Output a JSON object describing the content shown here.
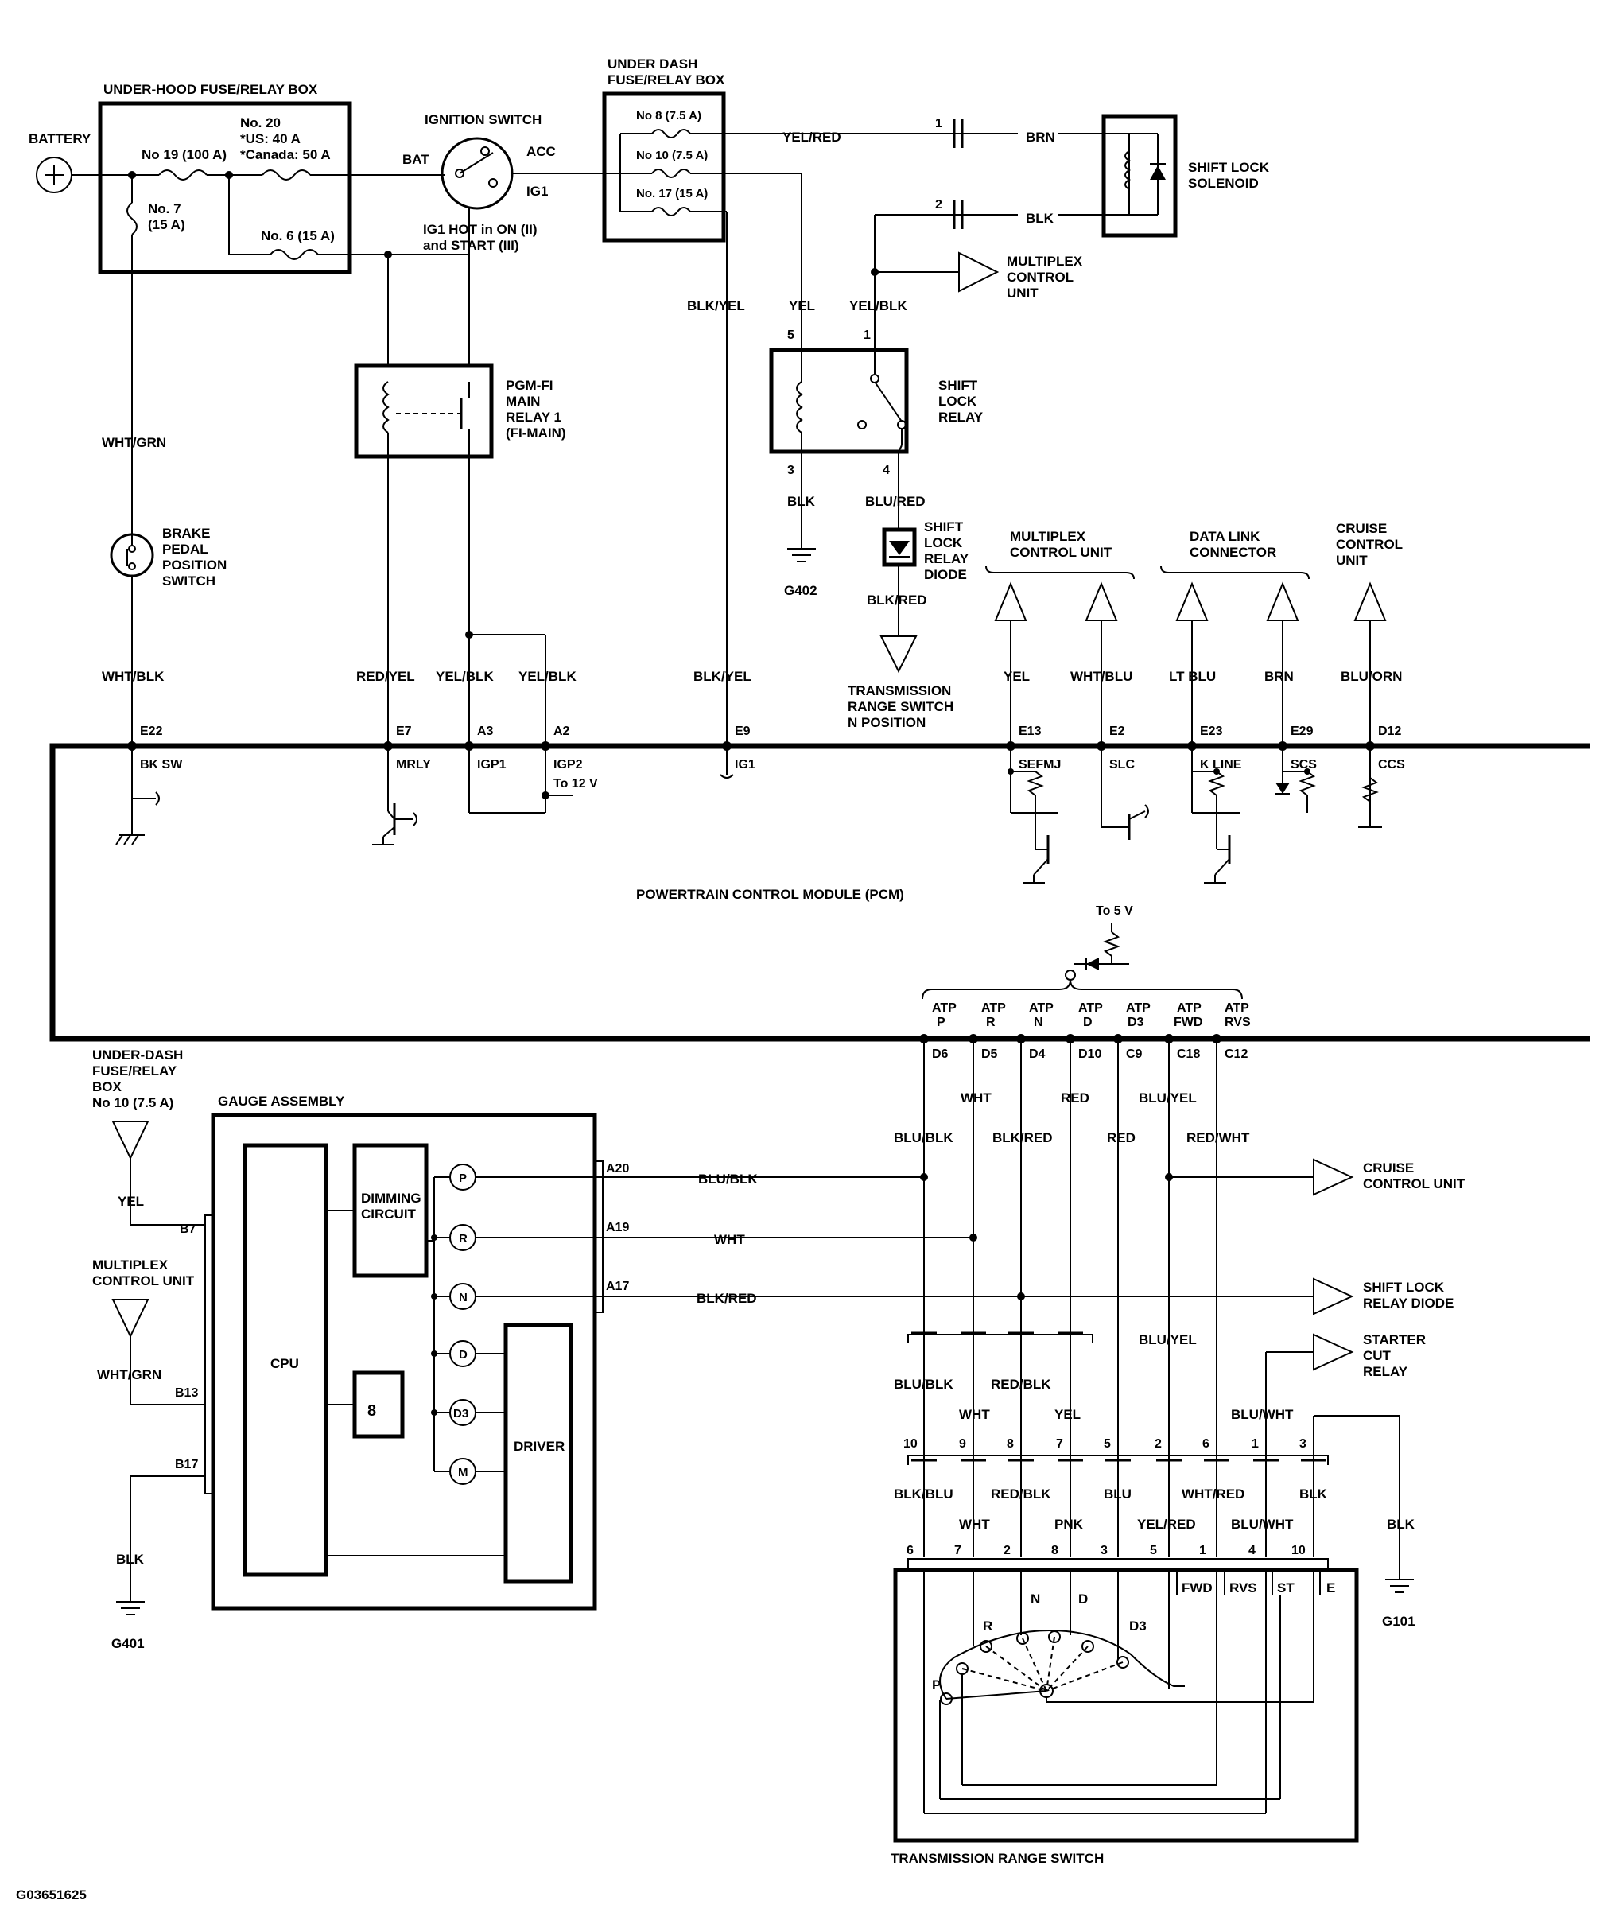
{
  "under_hood_box": {
    "title": "UNDER-HOOD FUSE/RELAY BOX",
    "fuse19": "No 19 (100 A)",
    "fuse20": "No. 20",
    "fuse20_us": "*US: 40 A",
    "fuse20_ca": "*Canada: 50 A",
    "fuse7a": "No. 7",
    "fuse7b": "(15 A)",
    "fuse6": "No. 6 (15 A)"
  },
  "battery": "BATTERY",
  "ignition": {
    "title": "IGNITION SWITCH",
    "bat": "BAT",
    "acc": "ACC",
    "ig1": "IG1",
    "note1": "IG1 HOT in ON (II)",
    "note2": "and START (III)"
  },
  "under_dash_box": {
    "title1": "UNDER DASH",
    "title2": "FUSE/RELAY BOX",
    "fuse8": "No 8 (7.5 A)",
    "fuse10": "No 10 (7.5 A)",
    "fuse17": "No. 17 (15 A)"
  },
  "shift_lock_solenoid": {
    "line1": "SHIFT LOCK",
    "line2": "SOLENOID",
    "pin1": "1",
    "pin2": "2"
  },
  "multiplex_top": {
    "line1": "MULTIPLEX",
    "line2": "CONTROL",
    "line3": "UNIT"
  },
  "pgm_relay": {
    "line1": "PGM-FI",
    "line2": "MAIN",
    "line3": "RELAY 1",
    "line4": "(FI-MAIN)"
  },
  "shift_lock_relay": {
    "line1": "SHIFT",
    "line2": "LOCK",
    "line3": "RELAY",
    "pin5": "5",
    "pin1": "1",
    "pin3": "3",
    "pin4": "4"
  },
  "brake_switch": {
    "line1": "BRAKE",
    "line2": "PEDAL",
    "line3": "POSITION",
    "line4": "SWITCH"
  },
  "relay_diode": {
    "line1": "SHIFT",
    "line2": "LOCK",
    "line3": "RELAY",
    "line4": "DIODE"
  },
  "trs_n": {
    "line1": "TRANSMISSION",
    "line2": "RANGE SWITCH",
    "line3": "N POSITION"
  },
  "ground": {
    "g402": "G402",
    "g401": "G401",
    "g101": "G101"
  },
  "upper_targets": {
    "multiplex": "MULTIPLEX",
    "multiplex2": "CONTROL UNIT",
    "dlc": "DATA LINK",
    "dlc2": "CONNECTOR",
    "cruise1": "CRUISE",
    "cruise2": "CONTROL",
    "cruise3": "UNIT"
  },
  "wires": {
    "yel_red": "YEL/RED",
    "brn": "BRN",
    "blk": "BLK",
    "wht_grn": "WHT/GRN",
    "blk_yel": "BLK/YEL",
    "yel": "YEL",
    "yel_blk": "YEL/BLK",
    "blu_red": "BLU/RED",
    "blk_red": "BLK/RED",
    "wht_blk": "WHT/BLK",
    "red_yel": "RED/YEL",
    "wht_blu": "WHT/BLU",
    "lt_blu": "LT BLU",
    "blu_orn": "BLU/ORN",
    "blu_blk": "BLU/BLK",
    "wht": "WHT",
    "red": "RED",
    "blu_yel": "BLU/YEL",
    "red_wht": "RED/WHT",
    "red_blk": "RED/BLK",
    "blu_wht": "BLU/WHT",
    "blk_blu": "BLK/BLU",
    "pnk": "PNK",
    "blu": "BLU",
    "wht_red": "WHT/RED",
    "yel_red2": "YEL/RED"
  },
  "pcm_top_pins": [
    {
      "pin": "E22",
      "sig": "BK SW"
    },
    {
      "pin": "E7",
      "sig": "MRLY"
    },
    {
      "pin": "A3",
      "sig": "IGP1"
    },
    {
      "pin": "A2",
      "sig": "IGP2"
    },
    {
      "pin": "E9",
      "sig": "IG1"
    },
    {
      "pin": "E13",
      "sig": "SEFMJ"
    },
    {
      "pin": "E2",
      "sig": "SLC"
    },
    {
      "pin": "E23",
      "sig": "K LINE"
    },
    {
      "pin": "E29",
      "sig": "SCS"
    },
    {
      "pin": "D12",
      "sig": "CCS"
    }
  ],
  "igp2_note": "To 12 V",
  "pcm": "POWERTRAIN CONTROL MODULE (PCM)",
  "to5v": "To 5 V",
  "atp_pins": [
    {
      "l1": "ATP",
      "l2": "P",
      "pin": "D6"
    },
    {
      "l1": "ATP",
      "l2": "R",
      "pin": "D5"
    },
    {
      "l1": "ATP",
      "l2": "N",
      "pin": "D4"
    },
    {
      "l1": "ATP",
      "l2": "D",
      "pin": "D10"
    },
    {
      "l1": "ATP",
      "l2": "D3",
      "pin": "C9"
    },
    {
      "l1": "ATP",
      "l2": "FWD",
      "pin": "C18"
    },
    {
      "l1": "ATP",
      "l2": "RVS",
      "pin": "C12"
    }
  ],
  "under_dash_lower": {
    "l1": "UNDER-DASH",
    "l2": "FUSE/RELAY",
    "l3": "BOX",
    "l4": "No 10 (7.5 A)"
  },
  "multiplex_lower": {
    "l1": "MULTIPLEX",
    "l2": "CONTROL UNIT"
  },
  "gauge": {
    "title": "GAUGE ASSEMBLY",
    "cpu": "CPU",
    "dim1": "DIMMING",
    "dim2": "CIRCUIT",
    "driver": "DRIVER",
    "digit": "8",
    "indicators": [
      "P",
      "R",
      "N",
      "D",
      "D3",
      "M"
    ],
    "b7": "B7",
    "b13": "B13",
    "b17": "B17",
    "a20": "A20",
    "a19": "A19",
    "a17": "A17"
  },
  "right_targets": {
    "cruise1": "CRUISE",
    "cruise2": "CONTROL UNIT",
    "sld1": "SHIFT LOCK",
    "sld2": "RELAY DIODE",
    "scr1": "STARTER",
    "scr2": "CUT",
    "scr3": "RELAY"
  },
  "conn_upper_pins": [
    "10",
    "9",
    "8",
    "7",
    "5",
    "2",
    "6",
    "1",
    "3"
  ],
  "conn_lower_pins": [
    "6",
    "7",
    "2",
    "8",
    "3",
    "5",
    "1",
    "4",
    "10"
  ],
  "trs": {
    "title": "TRANSMISSION RANGE SWITCH",
    "fwd": "FWD",
    "rvs": "RVS",
    "st": "ST",
    "e": "E",
    "p": "P",
    "r": "R",
    "n": "N",
    "d": "D",
    "d3": "D3"
  },
  "code": "G03651625"
}
